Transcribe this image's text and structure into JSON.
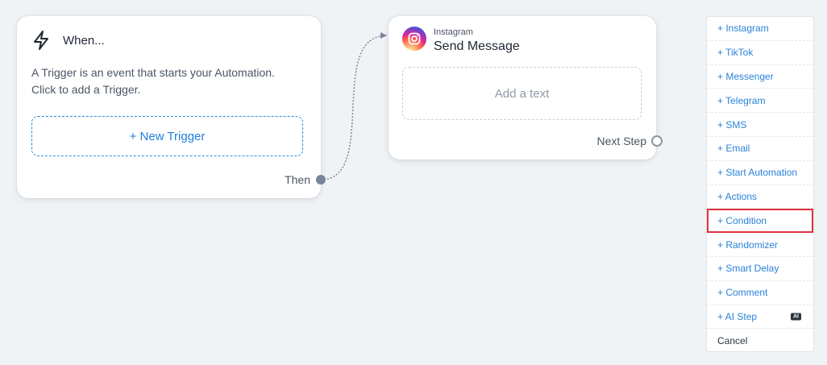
{
  "trigger_card": {
    "title": "When...",
    "description": "A Trigger is an event that starts your Automation. Click to add a Trigger.",
    "new_trigger_label": "+ New Trigger",
    "then_label": "Then"
  },
  "message_card": {
    "channel": "Instagram",
    "title": "Send Message",
    "add_text_label": "Add a text",
    "next_step_label": "Next Step"
  },
  "step_menu": {
    "items": [
      {
        "label": "+ Instagram"
      },
      {
        "label": "+ TikTok"
      },
      {
        "label": "+ Messenger"
      },
      {
        "label": "+ Telegram"
      },
      {
        "label": "+ SMS"
      },
      {
        "label": "+ Email"
      },
      {
        "label": "+ Start Automation"
      },
      {
        "label": "+ Actions"
      },
      {
        "label": "+ Condition"
      },
      {
        "label": "+ Randomizer"
      },
      {
        "label": "+ Smart Delay"
      },
      {
        "label": "+ Comment"
      },
      {
        "label": "+ AI Step",
        "badge": "AI"
      }
    ],
    "highlighted_item": "+ Condition",
    "cancel_label": "Cancel"
  },
  "colors": {
    "canvas_bg": "#f0f3f6",
    "link_blue": "#2a82d8",
    "highlight_red": "#e0323e",
    "connector_gray": "#79859a"
  },
  "icons": {
    "trigger": "lightning-bolt-icon",
    "channel": "instagram-icon"
  }
}
